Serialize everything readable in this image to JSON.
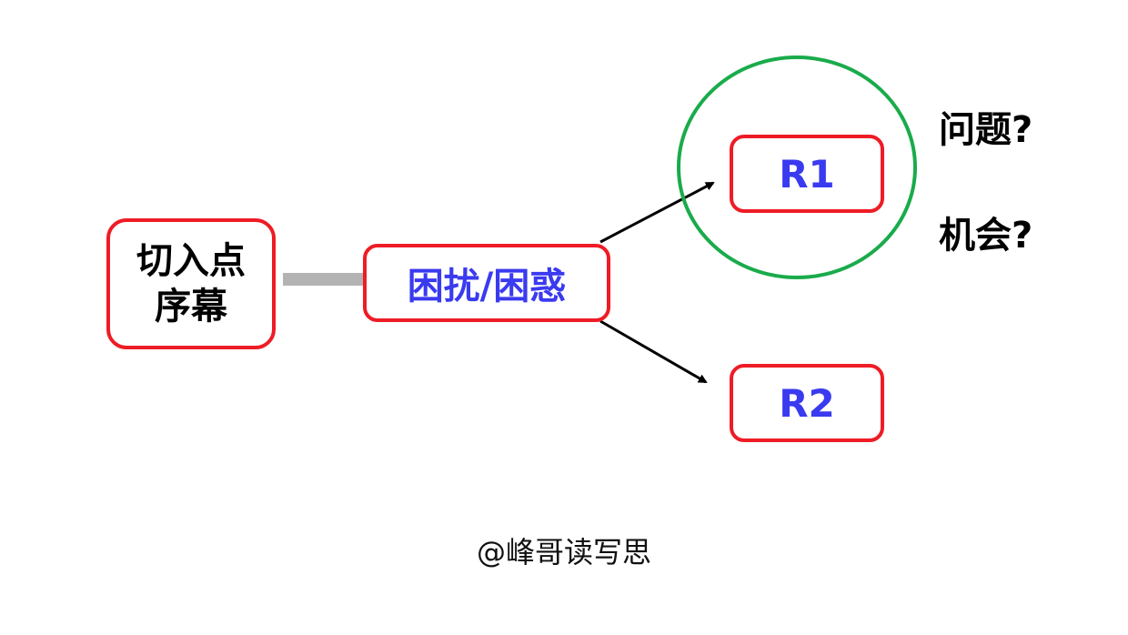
{
  "diagram": {
    "entry_node": {
      "lines": [
        "切入点",
        "序幕"
      ]
    },
    "trouble_node": {
      "label": "困扰/困惑"
    },
    "r1_node": {
      "label": "R1"
    },
    "r2_node": {
      "label": "R2"
    },
    "questions": [
      "问题?",
      "机会?"
    ],
    "watermark": "@峰哥读写思",
    "colors": {
      "node_border": "#ee1c25",
      "node_text_blue": "#3a3af0",
      "highlight_circle": "#1aab4b",
      "connector_gray": "#b3b3b3",
      "arrow": "#000000"
    }
  }
}
